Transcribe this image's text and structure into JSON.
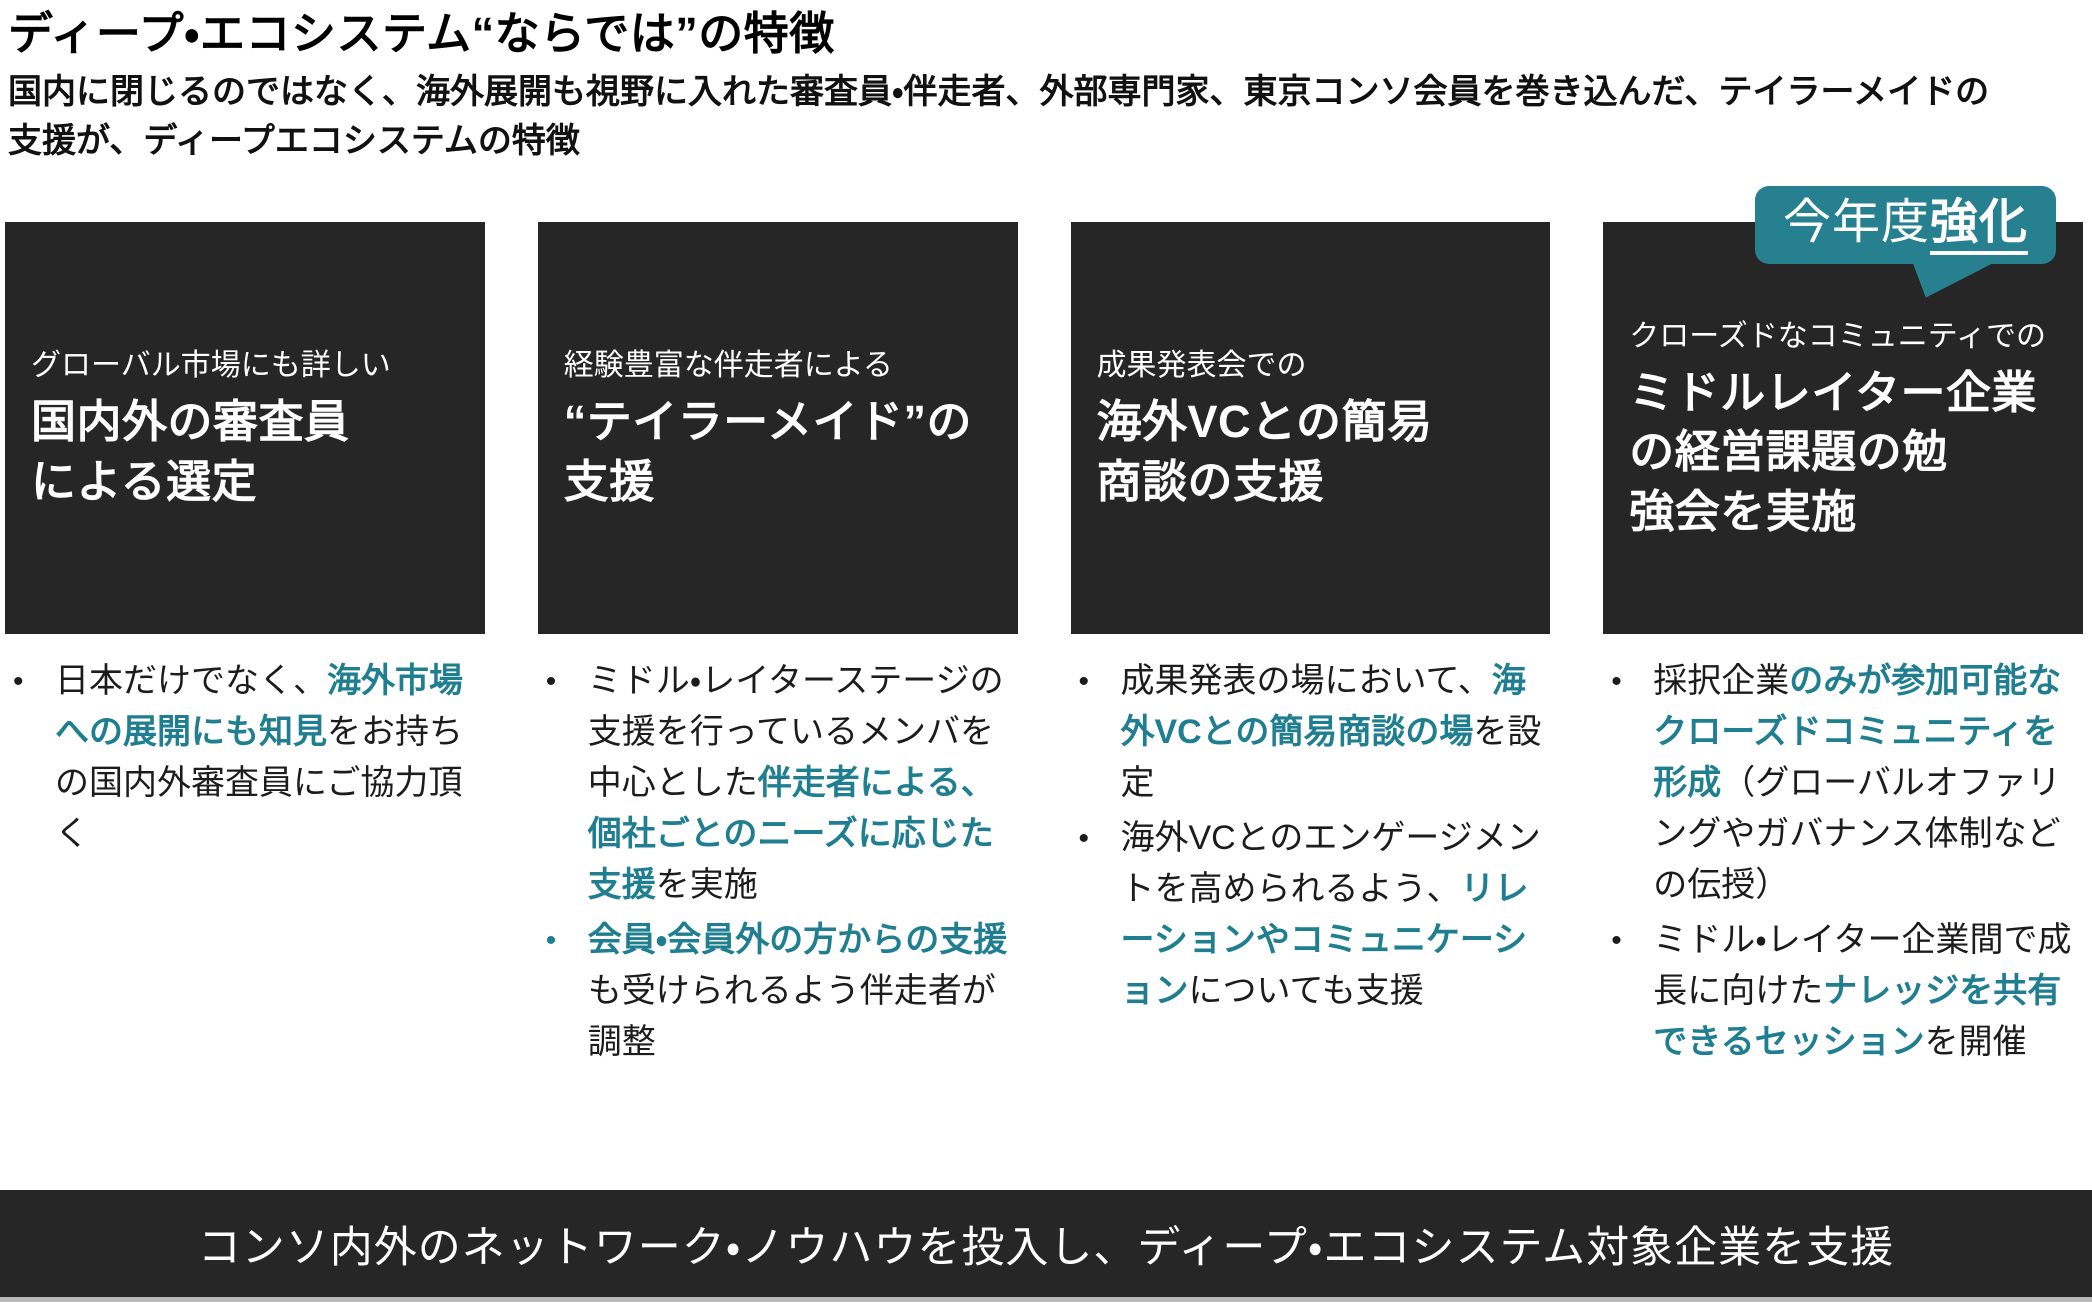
{
  "title": "ディープ・エコシステム“ならでは”の特徴",
  "subtitle": "国内に閉じるのではなく、海外展開も視野に入れた審査員・伴走者、外部専門家、東京コンソ会員を巻き込んだ、テイラーメイドの\n支援が、ディープエコシステムの特徴",
  "badge": {
    "prefix": "今年度",
    "emphasis": "強化"
  },
  "columns": [
    {
      "eyebrow": "グローバル市場にも詳しい",
      "heading": "国内外の審査員\nによる選定",
      "bullets": [
        {
          "segments": [
            {
              "text": "日本だけでなく、",
              "emph": false
            },
            {
              "text": "海外市場への展開にも知見",
              "emph": true
            },
            {
              "text": "をお持ちの国内外審査員にご協力頂く",
              "emph": false
            }
          ]
        }
      ]
    },
    {
      "eyebrow": "経験豊富な伴走者による",
      "heading": "“テイラーメイド”の\n支援",
      "bullets": [
        {
          "segments": [
            {
              "text": "ミドル・レイターステージの支援を行っているメンバを中心とした",
              "emph": false
            },
            {
              "text": "伴走者による、個社ごとのニーズに応じた支援",
              "emph": true
            },
            {
              "text": "を実施",
              "emph": false
            }
          ]
        },
        {
          "segments": [
            {
              "text": "会員・会員外の方からの支援",
              "emph": true
            },
            {
              "text": "も受けられるよう伴走者が調整",
              "emph": false
            }
          ]
        }
      ]
    },
    {
      "eyebrow": "成果発表会での",
      "heading": "海外VCとの簡易\n商談の支援",
      "bullets": [
        {
          "segments": [
            {
              "text": "成果発表の場において、",
              "emph": false
            },
            {
              "text": "海外VCとの簡易商談の場",
              "emph": true
            },
            {
              "text": "を設定",
              "emph": false
            }
          ]
        },
        {
          "segments": [
            {
              "text": "海外VCとのエンゲージメントを高められるよう、",
              "emph": false
            },
            {
              "text": "リレーションやコミュニケーション",
              "emph": true
            },
            {
              "text": "についても支援",
              "emph": false
            }
          ]
        }
      ]
    },
    {
      "eyebrow": "クローズドなコミュニティでの",
      "heading": "ミドルレイター企業\nの経営課題の勉\n強会を実施",
      "bullets": [
        {
          "segments": [
            {
              "text": "採択企業",
              "emph": false
            },
            {
              "text": "のみが参加可能なクローズドコミュニティを形成",
              "emph": true
            },
            {
              "text": "（グローバルオファリングやガバナンス体制などの伝授）",
              "emph": false
            }
          ]
        },
        {
          "segments": [
            {
              "text": "ミドル・レイター企業間で成長に向けた",
              "emph": false
            },
            {
              "text": "ナレッジを共有できるセッション",
              "emph": true
            },
            {
              "text": "を開催",
              "emph": false
            }
          ]
        }
      ]
    }
  ],
  "footer": "コンソ内外のネットワーク・ノウハウを投入し、ディープ・エコシステム対象企業を支援",
  "colors": {
    "box_bg": "#262626",
    "teal_text": "#1F7E90",
    "badge_bg": "#26808F"
  }
}
